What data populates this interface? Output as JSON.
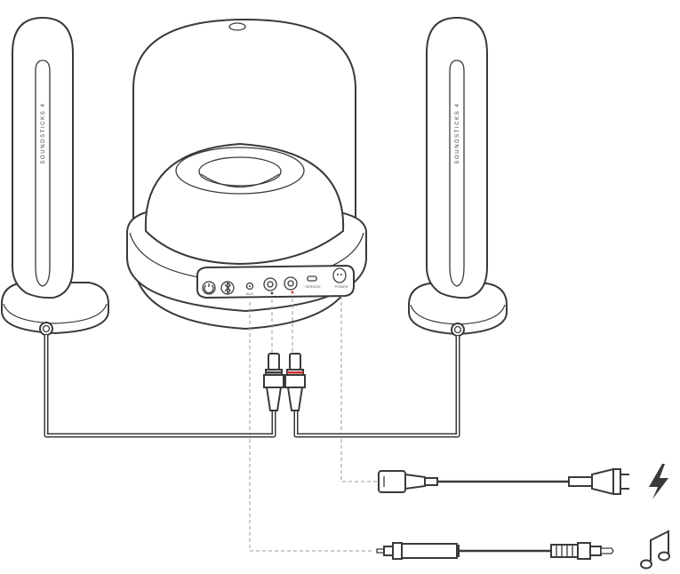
{
  "speakers": {
    "left_brand": "SOUNDSTICKS 4",
    "right_brand": "SOUNDSTICKS 4"
  },
  "subwoofer_panel": {
    "aux_label": "AUX",
    "service_label": "SERVICE",
    "power_label": "POWER"
  },
  "icons": {
    "power_source": "lightning-bolt-icon",
    "audio_source": "music-note-icon"
  },
  "colors": {
    "line": "#3a3a3a",
    "right_channel": "#cc2b2b",
    "guide": "#9a9a9a"
  }
}
